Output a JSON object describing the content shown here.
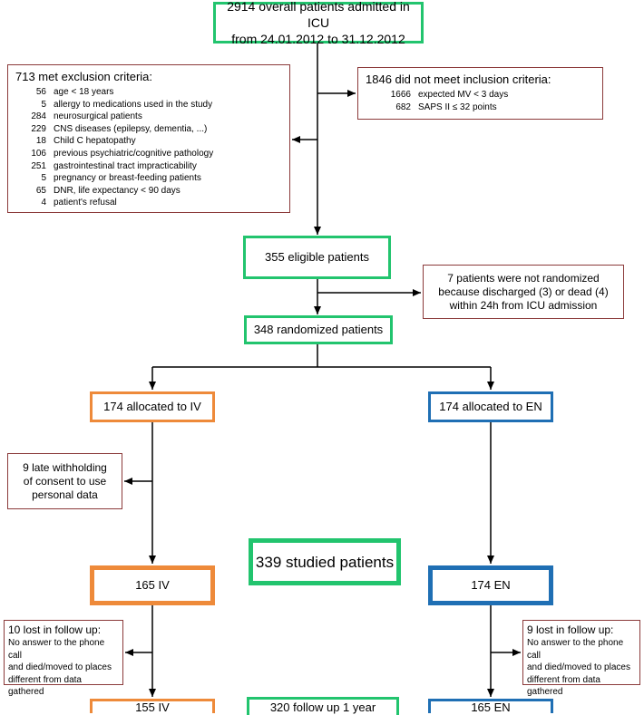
{
  "top": {
    "line1": "2914 overall patients admitted in ICU",
    "line2": "from 24.01.2012 to 31.12.2012"
  },
  "exclusion": {
    "title": "713 met exclusion criteria:",
    "items": [
      {
        "n": "56",
        "text": "age < 18 years"
      },
      {
        "n": "5",
        "text": "allergy to medications used in the study"
      },
      {
        "n": "284",
        "text": "neurosurgical patients"
      },
      {
        "n": "229",
        "text": "CNS diseases (epilepsy, dementia, ...)"
      },
      {
        "n": "18",
        "text": "Child C hepatopathy"
      },
      {
        "n": "106",
        "text": "previous psychiatric/cognitive pathology"
      },
      {
        "n": "251",
        "text": "gastrointestinal tract impracticability"
      },
      {
        "n": "5",
        "text": "pregnancy or breast-feeding patients"
      },
      {
        "n": "65",
        "text": "DNR, life expectancy < 90 days"
      },
      {
        "n": "4",
        "text": "patient's refusal"
      }
    ]
  },
  "inclusion": {
    "title": "1846 did not meet inclusion criteria:",
    "items": [
      {
        "n": "1666",
        "text": "expected MV < 3 days"
      },
      {
        "n": "682",
        "text": "SAPS II ≤ 32 points"
      }
    ]
  },
  "eligible": "355 eligible patients",
  "not_randomized": {
    "line1": "7 patients were not randomized",
    "line2": "because discharged (3) or dead (4)",
    "line3": "within 24h from ICU admission"
  },
  "randomized": "348 randomized patients",
  "alloc_iv": "174 allocated to IV",
  "alloc_en": "174 allocated to EN",
  "withhold": {
    "line1": "9 late withholding",
    "line2": "of consent to use",
    "line3": "personal data"
  },
  "iv_165": "165 IV",
  "studied": "339 studied patients",
  "en_174": "174 EN",
  "lost_iv": {
    "title": "10 lost in follow up:",
    "line1": "No answer to the phone call",
    "line2": "and died/moved to places",
    "line3": "different from data gathered"
  },
  "lost_en": {
    "title": "9 lost in follow up:",
    "line1": "No answer to the phone call",
    "line2": "and died/moved to places",
    "line3": "different from data gathered"
  },
  "iv_155": "155 IV",
  "followup": "320 follow up 1 year",
  "en_165": "165 EN",
  "colors": {
    "green": "#22c46e",
    "red": "#8b3a3a",
    "orange": "#ee8a3a",
    "blue": "#1f6fb4"
  }
}
